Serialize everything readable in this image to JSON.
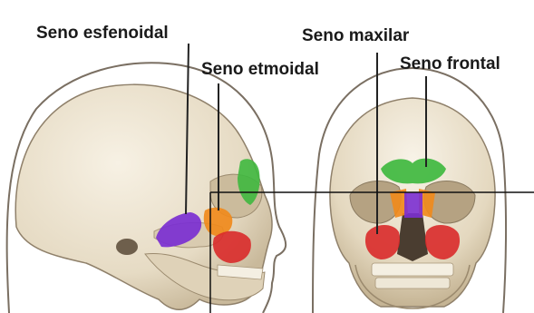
{
  "labels": {
    "sphenoid": "Seno esfenoidal",
    "ethmoid": "Seno etmoidal",
    "maxillary": "Seno maxilar",
    "frontal": "Seno frontal"
  },
  "colors": {
    "sphenoid": "#7b2fd1",
    "ethmoid": "#f08a1c",
    "maxillary": "#d92a2a",
    "frontal": "#3fb83f",
    "bone": "#ece3cf",
    "bone_shadow": "#b9a88a",
    "head_outline": "#7a6f62"
  }
}
